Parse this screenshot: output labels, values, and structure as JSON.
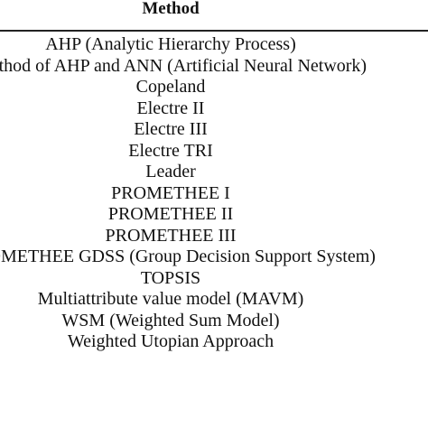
{
  "table": {
    "header": "Method",
    "rows": [
      "AHP (Analytic Hierarchy Process)",
      "Method of AHP and ANN (Artificial Neural Network)",
      "Copeland",
      "Electre II",
      "Electre III",
      "Electre TRI",
      "Leader",
      "PROMETHEE I",
      "PROMETHEE II",
      "PROMETHEE III",
      "PROMETHEE GDSS (Group Decision Support System)",
      "TOPSIS",
      "Multiattribute value model (MAVM)",
      "WSM (Weighted Sum Model)",
      "Weighted Utopian Approach"
    ]
  }
}
